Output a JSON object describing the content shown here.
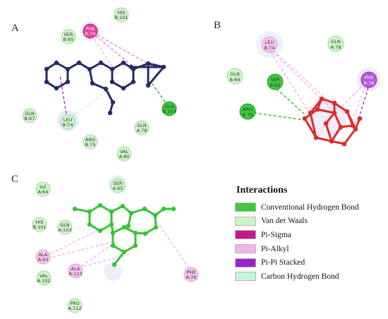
{
  "panels": {
    "A": {
      "label": "A",
      "residues": [
        {
          "id": "HIS",
          "chain": "B:101",
          "type": "vdw"
        },
        {
          "id": "SER",
          "chain": "B:65",
          "type": "vdw"
        },
        {
          "id": "PHE",
          "chain": "B:76",
          "type": "pisigma"
        },
        {
          "id": "GLN",
          "chain": "B:67",
          "type": "vdw"
        },
        {
          "id": "LEU",
          "chain": "B:74",
          "type": "vdw"
        },
        {
          "id": "GLN",
          "chain": "B:103",
          "type": "hbond"
        },
        {
          "id": "GLN",
          "chain": "A:78",
          "type": "vdw"
        },
        {
          "id": "ARG",
          "chain": "B:75",
          "type": "vdw"
        },
        {
          "id": "VAL",
          "chain": "A:80",
          "type": "vdw"
        }
      ]
    },
    "B": {
      "label": "B",
      "residues": [
        {
          "id": "LEU",
          "chain": "B:74",
          "type": "pialkyl"
        },
        {
          "id": "GLN",
          "chain": "A:78",
          "type": "vdw"
        },
        {
          "id": "GLN",
          "chain": "B:66",
          "type": "vdw"
        },
        {
          "id": "SER",
          "chain": "B:65",
          "type": "hbond"
        },
        {
          "id": "PHE",
          "chain": "B:76",
          "type": "pistacked"
        },
        {
          "id": "ARG",
          "chain": "B:75",
          "type": "hbond"
        }
      ]
    },
    "C": {
      "label": "C",
      "residues": [
        {
          "id": "ILE",
          "chain": "A:64",
          "type": "vdw"
        },
        {
          "id": "SER",
          "chain": "A:65",
          "type": "vdw"
        },
        {
          "id": "HIS",
          "chain": "B:101",
          "type": "vdw"
        },
        {
          "id": "GLN",
          "chain": "A:103",
          "type": "vdw"
        },
        {
          "id": "ALA",
          "chain": "A:63",
          "type": "pialkyl"
        },
        {
          "id": "VAL",
          "chain": "A:102",
          "type": "vdw"
        },
        {
          "id": "ALA",
          "chain": "A:113",
          "type": "pialkyl"
        },
        {
          "id": "PHE",
          "chain": "A:76",
          "type": "pialkyl"
        },
        {
          "id": "PRO",
          "chain": "A:112",
          "type": "vdw"
        }
      ]
    }
  },
  "legend": {
    "title": "Interactions",
    "items": [
      {
        "label": "Conventional Hydrogen Bond",
        "color": "#3ec83e"
      },
      {
        "label": "Van der Waals",
        "color": "#cdf5c8"
      },
      {
        "label": "Pi-Sigma",
        "color": "#c8168c"
      },
      {
        "label": "Pi-Alkyl",
        "color": "#f5b3ec"
      },
      {
        "label": "Pi-Pi Stacked",
        "color": "#9a22cc"
      },
      {
        "label": "Carbon Hydrogen Bond",
        "color": "#c2f5dc"
      }
    ]
  },
  "colors": {
    "ligand_A": "#262a66",
    "ligand_B": "#e02a2a",
    "ligand_C": "#35c435",
    "vdw_fill": "#cdf5c8",
    "vdw_stroke": "#9cdc95",
    "hbond_fill": "#3ec83e",
    "pialkyl_fill": "#f5c3ef",
    "pisigma_fill": "#e0409f",
    "pistacked_fill": "#b45ad6"
  }
}
